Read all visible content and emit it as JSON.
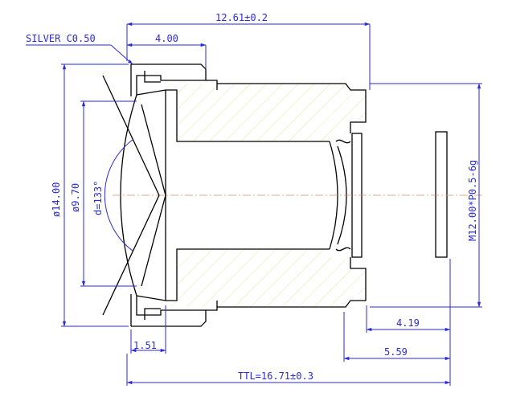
{
  "colors": {
    "dimension": "#2a2adc",
    "outline": "#000000",
    "hatch": "#e6e49a",
    "centerline": "#d98c6a",
    "background": "#ffffff"
  },
  "dimensions": {
    "overall_length": "12.61±0.2",
    "thread_offset": "4.00",
    "chamfer_note": "SILVER C0.50",
    "outer_diameter": "ø14.00",
    "inner_diameter": "ø9.70",
    "field_angle": "d=133°",
    "thread_spec": "M12.00*P0.5-6g",
    "flange_width": "1.51",
    "back_focal_1": "4.19",
    "back_focal_2": "5.59",
    "total_track": "TTL=16.71±0.3"
  }
}
